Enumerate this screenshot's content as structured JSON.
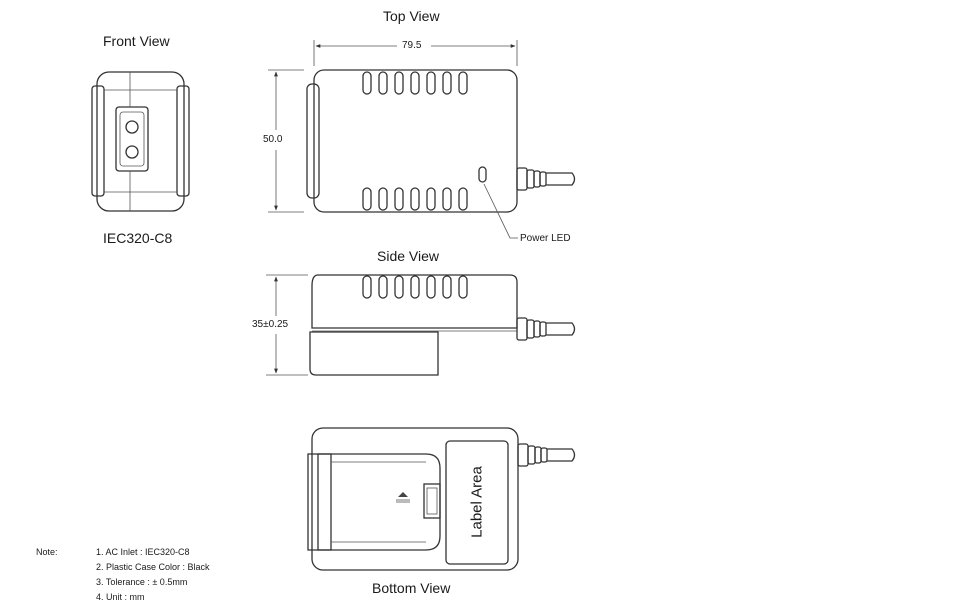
{
  "views": {
    "front": {
      "title": "Front View",
      "caption": "IEC320-C8"
    },
    "top": {
      "title": "Top View",
      "width_dim": "79.5",
      "height_dim": "50.0",
      "led_label": "Power LED"
    },
    "side": {
      "title": "Side View",
      "height_dim": "35±0.25"
    },
    "bottom": {
      "title": "Bottom View",
      "label_area": "Label Area"
    }
  },
  "notes": {
    "heading": "Note:",
    "items": [
      "1. AC Inlet : IEC320-C8",
      "2. Plastic Case Color : Black",
      "3. Tolerance : ± 0.5mm",
      "4. Unit : mm"
    ]
  }
}
